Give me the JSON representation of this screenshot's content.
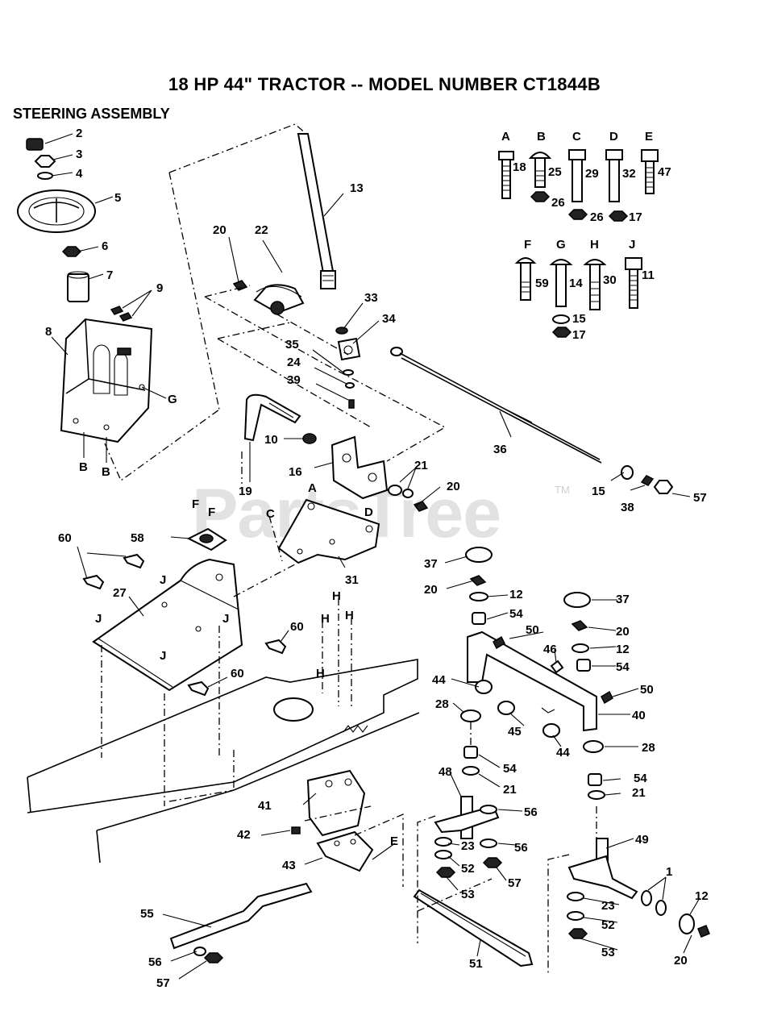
{
  "header": {
    "title": "18 HP 44\" TRACTOR -- MODEL NUMBER CT1844B",
    "section": "STEERING ASSEMBLY"
  },
  "watermark": {
    "text": "PartsTree",
    "mark": "TM"
  },
  "hardware_letters": [
    "A",
    "B",
    "C",
    "D",
    "E",
    "F",
    "G",
    "H",
    "J"
  ],
  "callouts": [
    "1",
    "2",
    "3",
    "4",
    "5",
    "6",
    "7",
    "8",
    "9",
    "10",
    "11",
    "12",
    "13",
    "14",
    "15",
    "16",
    "17",
    "18",
    "19",
    "20",
    "21",
    "22",
    "23",
    "24",
    "25",
    "26",
    "27",
    "28",
    "29",
    "30",
    "31",
    "32",
    "33",
    "34",
    "35",
    "36",
    "37",
    "38",
    "39",
    "40",
    "41",
    "42",
    "43",
    "44",
    "45",
    "46",
    "47",
    "48",
    "49",
    "50",
    "51",
    "52",
    "53",
    "54",
    "55",
    "56",
    "57",
    "58",
    "59",
    "60"
  ],
  "colors": {
    "ink": "#000000",
    "paper": "#ffffff",
    "watermark": "#e2e2e2"
  }
}
